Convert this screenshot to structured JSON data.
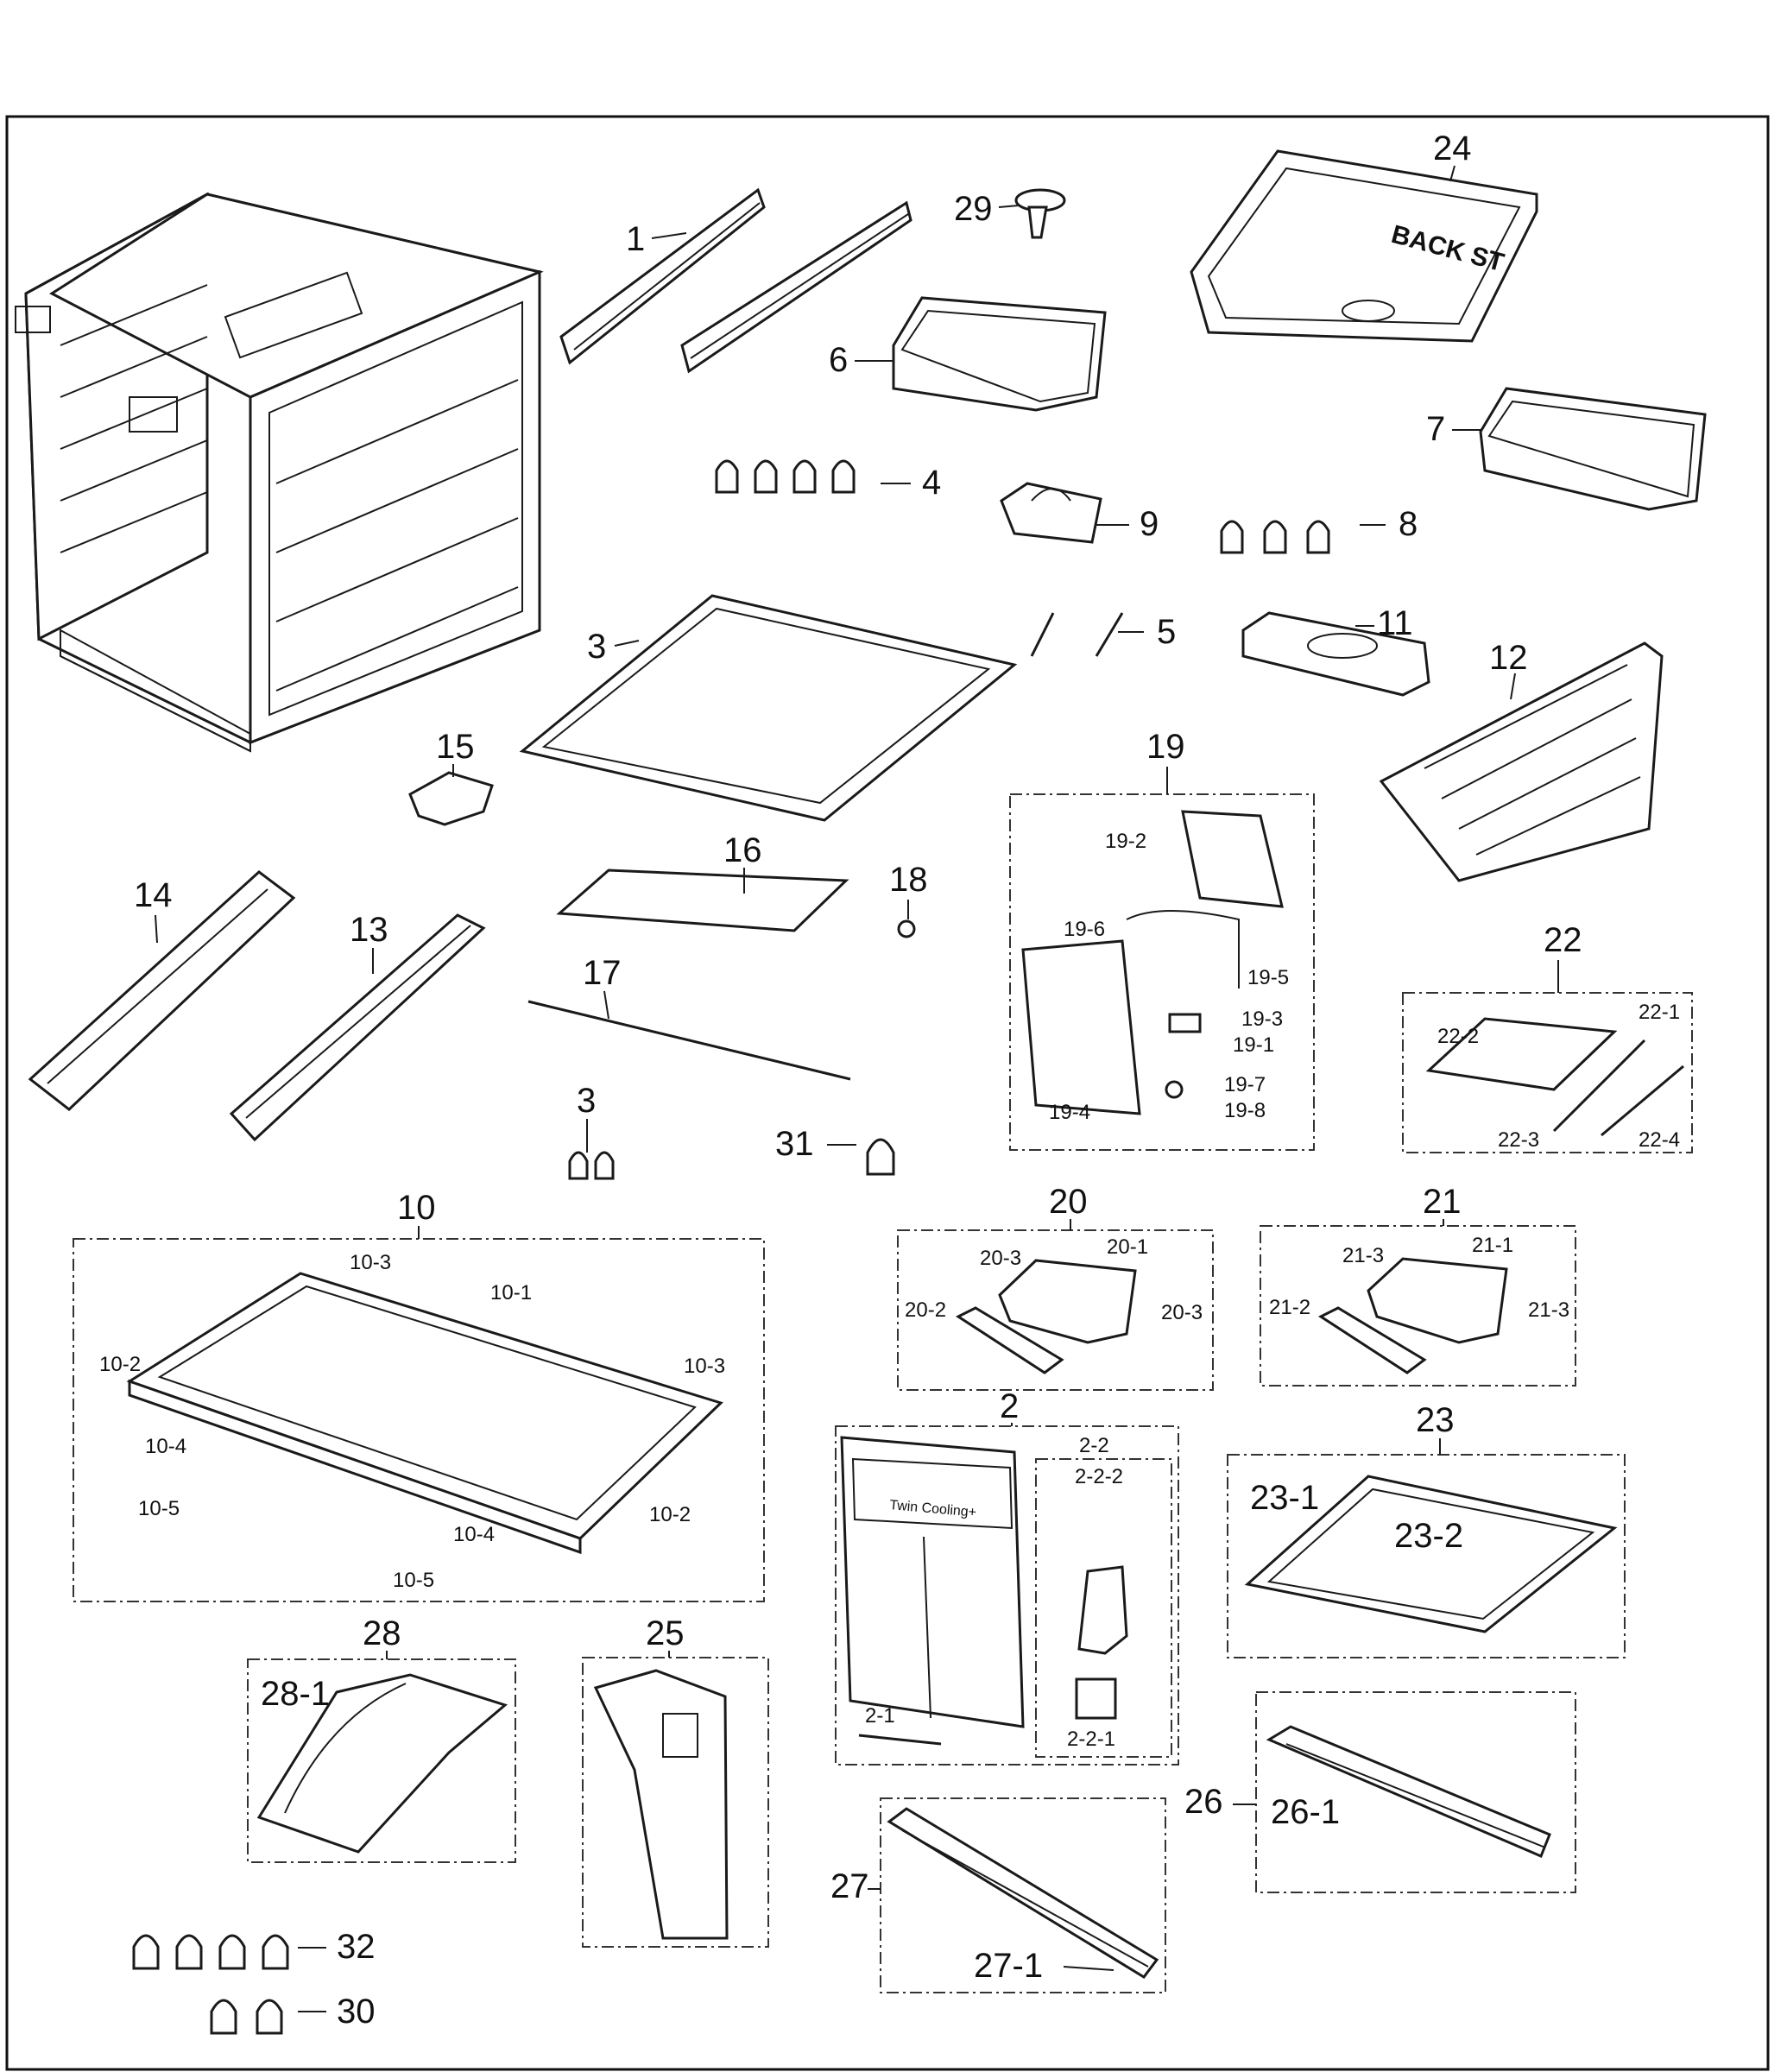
{
  "parts": {
    "p1": "1",
    "p2": "2",
    "p2_1": "2-1",
    "p2_2": "2-2",
    "p2_2_1": "2-2-1",
    "p2_2_2": "2-2-2",
    "p3a": "3",
    "p3b": "3",
    "p4": "4",
    "p5": "5",
    "p6": "6",
    "p7": "7",
    "p8": "8",
    "p9": "9",
    "p10": "10",
    "p10_1": "10-1",
    "p10_2a": "10-2",
    "p10_2b": "10-2",
    "p10_3a": "10-3",
    "p10_3b": "10-3",
    "p10_4a": "10-4",
    "p10_4b": "10-4",
    "p10_5a": "10-5",
    "p10_5b": "10-5",
    "p11": "11",
    "p12": "12",
    "p13": "13",
    "p14": "14",
    "p15": "15",
    "p16": "16",
    "p17": "17",
    "p18": "18",
    "p19": "19",
    "p19_1": "19-1",
    "p19_2": "19-2",
    "p19_3": "19-3",
    "p19_4": "19-4",
    "p19_5": "19-5",
    "p19_6": "19-6",
    "p19_7": "19-7",
    "p19_8": "19-8",
    "p20": "20",
    "p20_1": "20-1",
    "p20_2": "20-2",
    "p20_3a": "20-3",
    "p20_3b": "20-3",
    "p21": "21",
    "p21_1": "21-1",
    "p21_2": "21-2",
    "p21_3a": "21-3",
    "p21_3b": "21-3",
    "p22": "22",
    "p22_1": "22-1",
    "p22_2": "22-2",
    "p22_3": "22-3",
    "p22_4": "22-4",
    "p23": "23",
    "p23_1": "23-1",
    "p23_2": "23-2",
    "p24": "24",
    "p25": "25",
    "p26": "26",
    "p26_1": "26-1",
    "p27": "27",
    "p27_1": "27-1",
    "p28": "28",
    "p28_1": "28-1",
    "p29": "29",
    "p30": "30",
    "p31": "31",
    "p32": "32"
  },
  "printed_text": {
    "bin_stamp": "BACK ST",
    "panel_logo": "Twin Cooling+"
  },
  "colors": {
    "ink": "#1a1a1a",
    "paper": "#ffffff"
  }
}
